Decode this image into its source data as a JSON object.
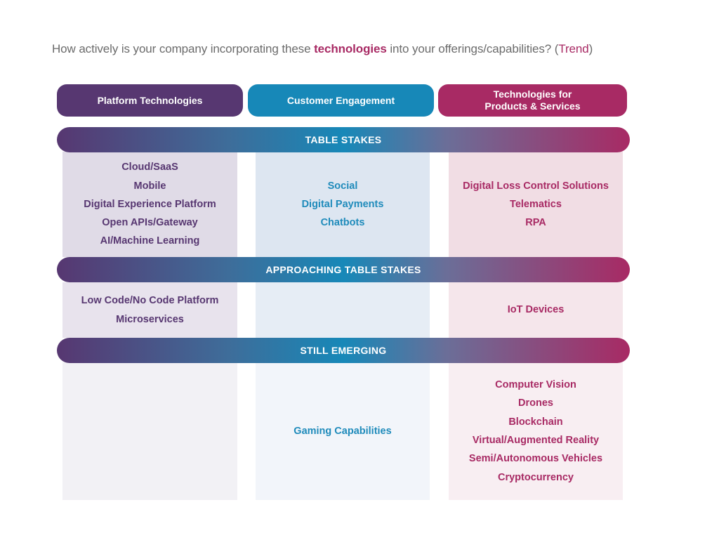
{
  "question": {
    "prefix": "How actively is your company incorporating these ",
    "highlight": "technologies",
    "suffix": " into your offerings/capabilities? (",
    "trend": "Trend",
    "close": ")"
  },
  "colors": {
    "platform": "#573771",
    "customer": "#1788b8",
    "products": "#a82a64"
  },
  "columns": [
    {
      "label": "Platform Technologies"
    },
    {
      "label": "Customer Engagement"
    },
    {
      "label_line1": "Technologies for",
      "label_line2": "Products & Services"
    }
  ],
  "tiers": [
    {
      "label": "TABLE STAKES",
      "cells": [
        [
          "Cloud/SaaS",
          "Mobile",
          "Digital Experience Platform",
          "Open APIs/Gateway",
          "AI/Machine Learning"
        ],
        [
          "Social",
          "Digital Payments",
          "Chatbots"
        ],
        [
          "Digital Loss Control Solutions",
          "Telematics",
          "RPA"
        ]
      ]
    },
    {
      "label": "APPROACHING TABLE STAKES",
      "cells": [
        [
          "Low Code/No Code Platform",
          "Microservices"
        ],
        [],
        [
          "IoT Devices"
        ]
      ]
    },
    {
      "label": "STILL EMERGING",
      "cells": [
        [],
        [
          "Gaming Capabilities"
        ],
        [
          "Computer Vision",
          "Drones",
          "Blockchain",
          "Virtual/Augmented Reality",
          "Semi/Autonomous Vehicles",
          "Cryptocurrency"
        ]
      ]
    }
  ]
}
